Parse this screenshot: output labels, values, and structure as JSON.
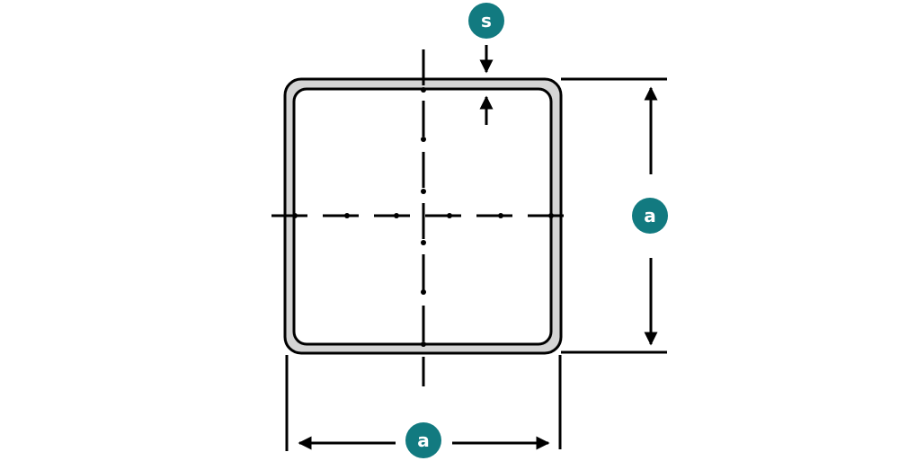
{
  "colors": {
    "badge": "#127a80",
    "stroke": "#000000",
    "wall": "#d4d4d4"
  },
  "labels": {
    "thickness": "s",
    "height": "a",
    "width": "a"
  }
}
